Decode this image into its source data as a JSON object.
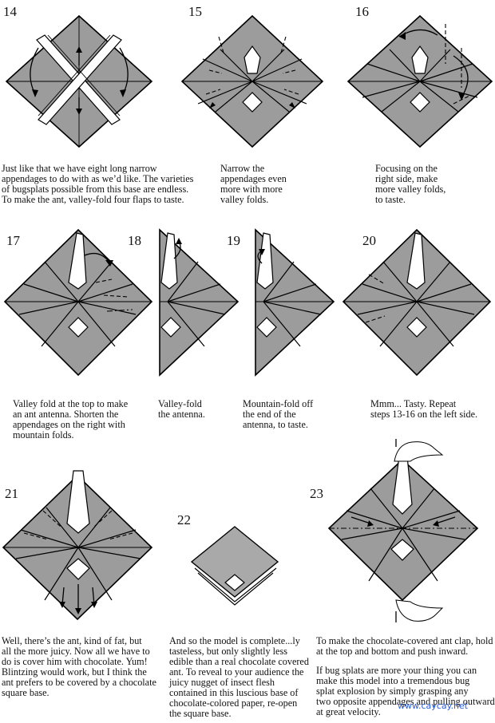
{
  "steps": [
    {
      "number": "14",
      "caption": "Just like that we have eight long narrow\nappendages to do with as we’d like. The varieties\nof bugsplats possible from this base are endless.\n To make the ant, valley-fold four flaps to taste."
    },
    {
      "number": "15",
      "caption": "Narrow the\nappendages even\nmore with more\nvalley folds."
    },
    {
      "number": "16",
      "caption": "Focusing on the\nright side, make\nmore valley folds,\nto taste."
    },
    {
      "number": "17",
      "caption": "Valley fold at the top to make\nan ant antenna. Shorten the\nappendages on the right with\nmountain folds."
    },
    {
      "number": "18",
      "caption": "Valley-fold\nthe antenna."
    },
    {
      "number": "19",
      "caption": "Mountain-fold off\nthe end of the\nantenna, to taste."
    },
    {
      "number": "20",
      "caption": "Mmm... Tasty.  Repeat\nsteps 13-16 on the left side."
    },
    {
      "number": "21",
      "caption": "Well, there’s the ant, kind of fat, but\nall the more juicy.  Now all we have to\ndo is cover him with chocolate.  Yum!\nBlintzing would work, but I think the\nant prefers to be covered by a chocolate\nsquare base."
    },
    {
      "number": "22",
      "caption": "And so the model is complete...ly\ntasteless, but only slightly less\nedible than a real chocolate covered\nant. To reveal to your audience the\njuicy nugget of insect flesh\ncontained in this luscious base of\nchocolate-colored paper, re-open\nthe square base."
    },
    {
      "number": "23",
      "caption": "To make the chocolate-covered ant clap, hold\nat the top and bottom and push inward.",
      "caption2": "If bug splats are more your  thing you can\nmake this model into a tremendous bug\nsplat explosion by simply grasping any\ntwo opposite appendages and pulling outward\nat great velocity."
    }
  ],
  "watermark": "www.caycay.net",
  "colors": {
    "paper": "#9c9c9c",
    "line": "#000000",
    "background": "#ffffff",
    "watermark_pink": "#e8408a",
    "watermark_blue": "#2a5bd7"
  }
}
